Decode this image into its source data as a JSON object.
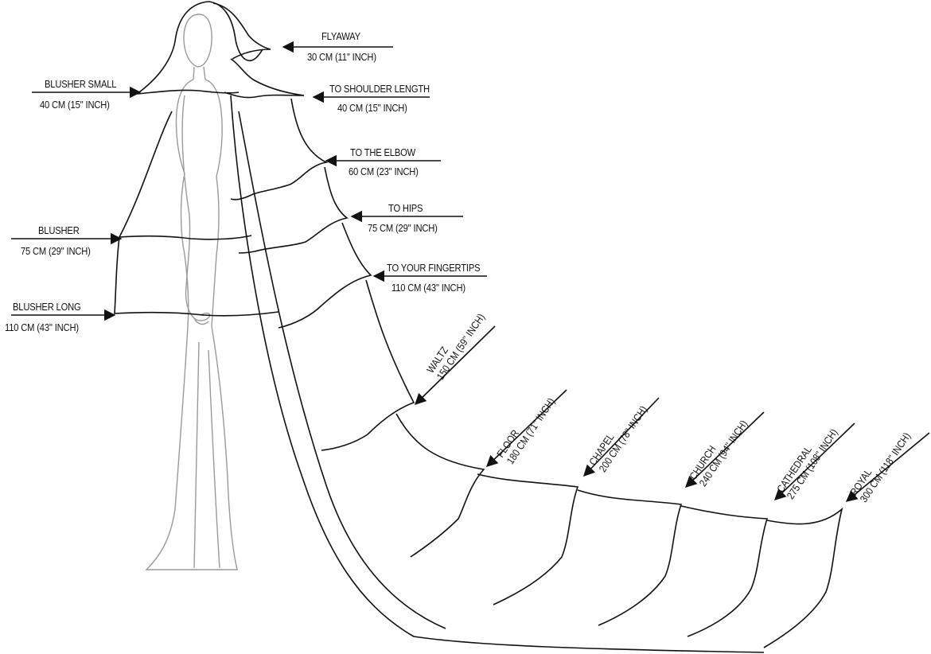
{
  "labels": {
    "flyaway": {
      "name": "FLYAWAY",
      "length": "30 CM (11'' INCH)"
    },
    "shoulder": {
      "name": "TO SHOULDER LENGTH",
      "length": "40 CM (15'' INCH)"
    },
    "elbow": {
      "name": "TO THE ELBOW",
      "length": "60 CM (23'' INCH)"
    },
    "hips": {
      "name": "TO HIPS",
      "length": "75 CM (29'' INCH)"
    },
    "fingertips": {
      "name": "TO YOUR FINGERTIPS",
      "length": "110 CM (43'' INCH)"
    },
    "blusher_small": {
      "name": "BLUSHER SMALL",
      "length": "40 CM (15'' INCH)"
    },
    "blusher": {
      "name": "BLUSHER",
      "length": "75 CM (29'' INCH)"
    },
    "blusher_long": {
      "name": "BLUSHER LONG",
      "length": "110 CM (43'' INCH)"
    },
    "waltz": {
      "name": "WALTZ",
      "length": "150 CM (59'' INCH)"
    },
    "floor": {
      "name": "FLOOR",
      "length": "180 CM (71'' INCH)"
    },
    "chapel": {
      "name": "CHAPEL",
      "length": "200 CM (78'' INCH)"
    },
    "church": {
      "name": "CHURCH",
      "length": "240 CM (94'' INCH)"
    },
    "cathedral": {
      "name": "CATHEDRAL",
      "length": "275 CM (108'' INCH)"
    },
    "royal": {
      "name": "ROYAL",
      "length": "300 CM (118'' INCH)"
    }
  },
  "colors": {
    "ink": "#111111",
    "figure": "#9a9a9a",
    "background": "#ffffff"
  }
}
